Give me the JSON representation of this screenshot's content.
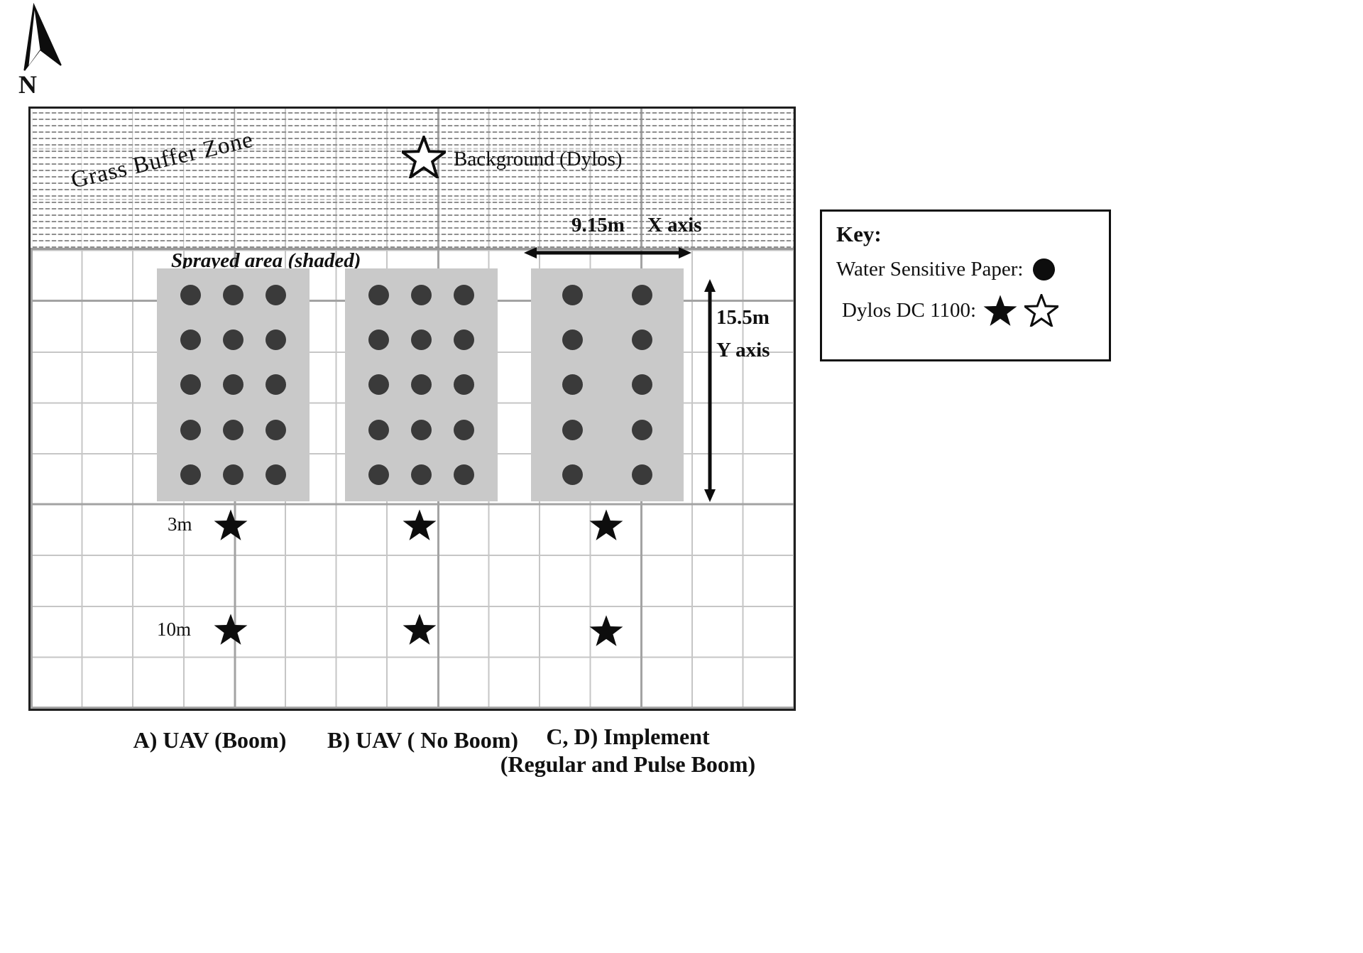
{
  "figure": {
    "compass": {
      "label": "N"
    },
    "buffer_zone": {
      "label": "Grass Buffer Zone"
    },
    "background_sampler": {
      "label": "Background (Dylos)"
    },
    "sprayed_area": {
      "label": "Sprayed area (shaded)"
    },
    "dimensions": {
      "x": {
        "value": "9.15m",
        "axis_label": "X axis"
      },
      "y": {
        "value": "15.5m",
        "axis_label": "Y axis"
      }
    },
    "sampler_distances": [
      {
        "label": "3m"
      },
      {
        "label": "10m"
      }
    ],
    "plots": [
      {
        "id": "A",
        "caption": "A) UAV (Boom)",
        "dot_columns": 3,
        "dot_rows": 5
      },
      {
        "id": "B",
        "caption": "B) UAV ( No Boom)",
        "dot_columns": 3,
        "dot_rows": 5
      },
      {
        "id": "C",
        "caption_line1": "C, D) Implement",
        "caption_line2": "(Regular and Pulse Boom)",
        "dot_columns": 2,
        "dot_rows": 5
      }
    ],
    "key": {
      "title": "Key:",
      "items": [
        {
          "label": "Water Sensitive Paper:",
          "symbol": "filled-circle"
        },
        {
          "label": "Dylos DC 1100:",
          "symbol": "filled-star, open-star"
        }
      ]
    },
    "colors": {
      "shaded_area": "#c9c9c9",
      "dot": "#3a3a3a",
      "grid_light": "#c6c6c6",
      "grid_heavy": "#a3a3a3",
      "star": "#000000"
    }
  }
}
